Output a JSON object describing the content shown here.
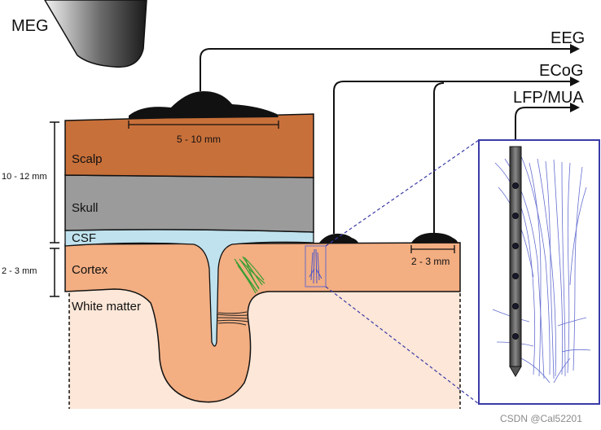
{
  "labels": {
    "meg": "MEG",
    "eeg": "EEG",
    "ecog": "ECoG",
    "lfp_mua": "LFP/MUA",
    "scalp": "Scalp",
    "skull": "Skull",
    "csf": "CSF",
    "cortex": "Cortex",
    "white_matter": "White matter"
  },
  "measurements": {
    "eeg_electrode_span": "5 - 10 mm",
    "ecog_electrode_span": "2 - 3 mm",
    "scalp_to_csf_depth": "10 - 12 mm",
    "cortex_depth": "2 - 3 mm"
  },
  "watermark": "CSDN @Cal52201",
  "colors": {
    "scalp": "#c8703a",
    "skull": "#9b9b9b",
    "csf": "#bfe2ee",
    "cortex": "#f3ae82",
    "white_matter": "#fde7d8",
    "neuron_green": "#2e9e2e",
    "neuron_blue": "#4a55c8",
    "neuron_black": "#222222",
    "electrode": "#111111"
  }
}
